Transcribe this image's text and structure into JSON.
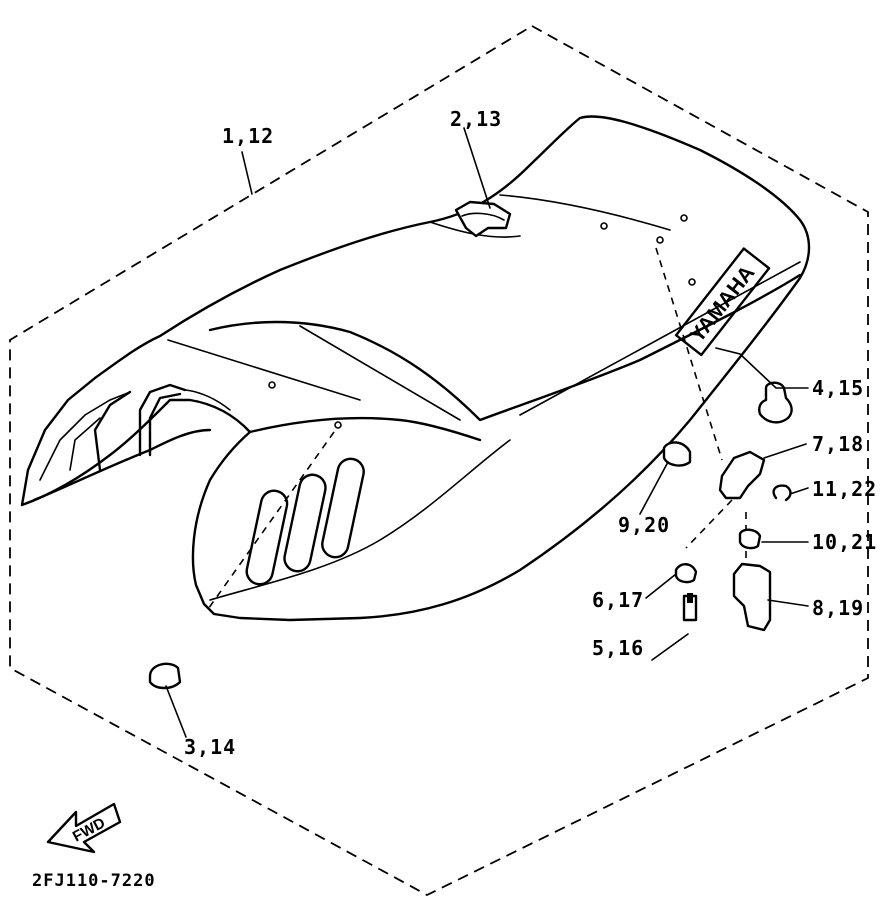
{
  "diagram": {
    "brand_label": "YAMAHA",
    "direction_label": "FWD",
    "drawing_code": "2FJ110-7220",
    "callouts": [
      {
        "id": "c1",
        "text": "1,12"
      },
      {
        "id": "c2",
        "text": "2,13"
      },
      {
        "id": "c3",
        "text": "3,14"
      },
      {
        "id": "c4",
        "text": "4,15"
      },
      {
        "id": "c5",
        "text": "5,16"
      },
      {
        "id": "c6",
        "text": "6,17"
      },
      {
        "id": "c7",
        "text": "7,18"
      },
      {
        "id": "c8",
        "text": "8,19"
      },
      {
        "id": "c9",
        "text": "9,20"
      },
      {
        "id": "c10",
        "text": "10,21"
      },
      {
        "id": "c11",
        "text": "11,22"
      }
    ]
  }
}
